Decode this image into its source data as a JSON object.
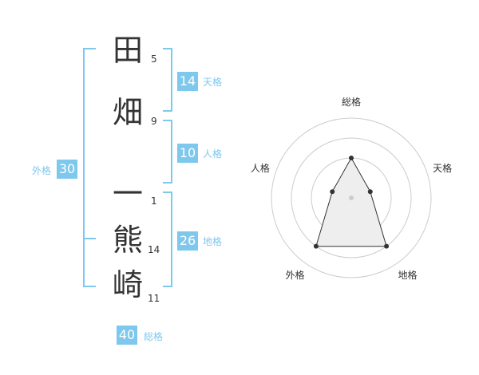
{
  "name": {
    "characters": [
      {
        "char": "田",
        "strokes": "5"
      },
      {
        "char": "畑",
        "strokes": "9"
      },
      {
        "char": "一",
        "strokes": "1"
      },
      {
        "char": "熊",
        "strokes": "14"
      },
      {
        "char": "崎",
        "strokes": "11"
      }
    ]
  },
  "fortune": {
    "tenkaku": {
      "value": "14",
      "label": "天格"
    },
    "jinkaku": {
      "value": "10",
      "label": "人格"
    },
    "chikaku": {
      "value": "26",
      "label": "地格"
    },
    "gaikaku": {
      "value": "30",
      "label": "外格"
    },
    "soukaku": {
      "value": "40",
      "label": "総格"
    }
  },
  "radar": {
    "axes": [
      "総格",
      "天格",
      "地格",
      "外格",
      "人格"
    ],
    "levels": 4,
    "max": 4,
    "values": [
      2,
      1,
      3,
      3,
      1
    ],
    "colors": {
      "ring": "#cccccc",
      "fill": "#eeeeee",
      "line": "#333333",
      "center": "#cccccc"
    }
  },
  "colors": {
    "accent": "#7ec8ee",
    "text": "#333333"
  }
}
